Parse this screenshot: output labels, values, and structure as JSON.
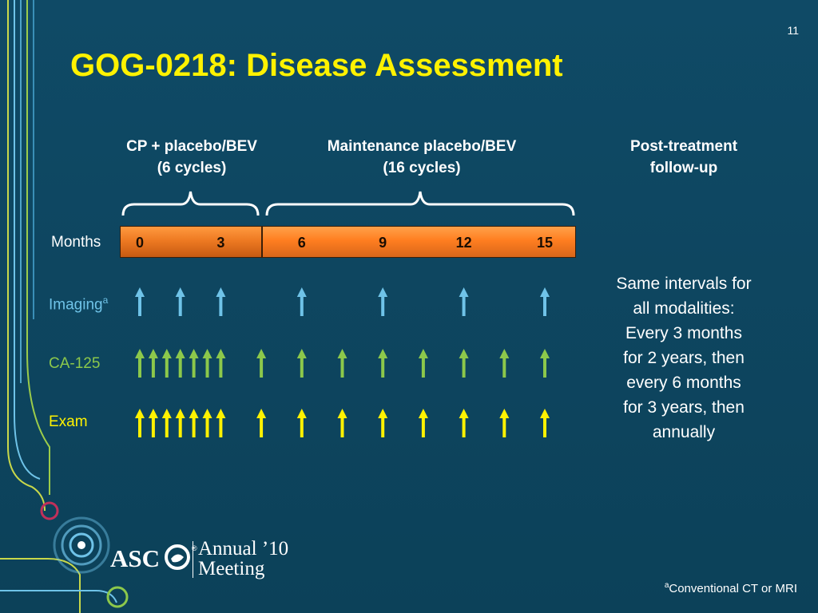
{
  "slide": {
    "page_number": "11",
    "title": "GOG-0218: Disease Assessment"
  },
  "phases": [
    {
      "line1": "CP + placebo/BEV",
      "line2": "(6 cycles)"
    },
    {
      "line1": "Maintenance placebo/BEV",
      "line2": "(16 cycles)"
    },
    {
      "line1": "Post-treatment",
      "line2": "follow-up"
    }
  ],
  "row_labels": {
    "months": "Months",
    "imaging": "Imaging",
    "imaging_superscript": "a",
    "ca125": "CA-125",
    "exam": "Exam"
  },
  "timeline_ticks": [
    "0",
    "3",
    "6",
    "9",
    "12",
    "15"
  ],
  "colors": {
    "imaging": "#6fc3e8",
    "ca125": "#8cc84b",
    "exam": "#fff200",
    "title": "#fff200",
    "bar": "#ff7e20"
  },
  "chart_data": {
    "type": "event-timeline",
    "x_unit": "Months",
    "ticks": [
      0,
      3,
      6,
      9,
      12,
      15
    ],
    "series": [
      {
        "name": "Imaging",
        "x": [
          0,
          1.5,
          3,
          6,
          9,
          12,
          15
        ]
      },
      {
        "name": "CA-125",
        "x": [
          0,
          0.5,
          1,
          1.5,
          2,
          2.5,
          3,
          4.5,
          6,
          7.5,
          9,
          10.5,
          12,
          13.5,
          15
        ]
      },
      {
        "name": "Exam",
        "x": [
          0,
          0.5,
          1,
          1.5,
          2,
          2.5,
          3,
          4.5,
          6,
          7.5,
          9,
          10.5,
          12,
          13.5,
          15
        ]
      }
    ]
  },
  "note_lines": [
    "Same intervals for",
    "all modalities:",
    "Every 3 months",
    "for 2 years, then",
    "every 6 months",
    "for 3 years, then",
    "annually"
  ],
  "logo": {
    "brand": "ASC",
    "annual": "Annual ’10",
    "meeting": "Meeting",
    "registered": "®"
  },
  "footnote": {
    "superscript": "a",
    "text": "Conventional CT or MRI"
  }
}
